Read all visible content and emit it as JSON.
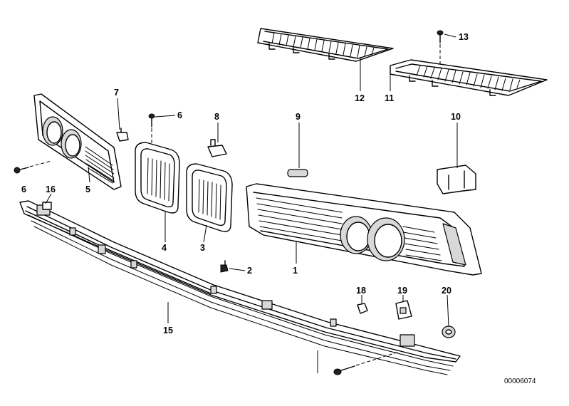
{
  "diagram": {
    "callouts": {
      "c1": "1",
      "c2": "2",
      "c3": "3",
      "c4": "4",
      "c5": "5",
      "c6a": "6",
      "c6b": "6",
      "c7": "7",
      "c8": "8",
      "c9": "9",
      "c10": "10",
      "c11": "11",
      "c12": "12",
      "c13": "13",
      "c15": "15",
      "c16": "16",
      "c18": "18",
      "c19": "19",
      "c20": "20"
    },
    "reference_code": "00006074"
  }
}
